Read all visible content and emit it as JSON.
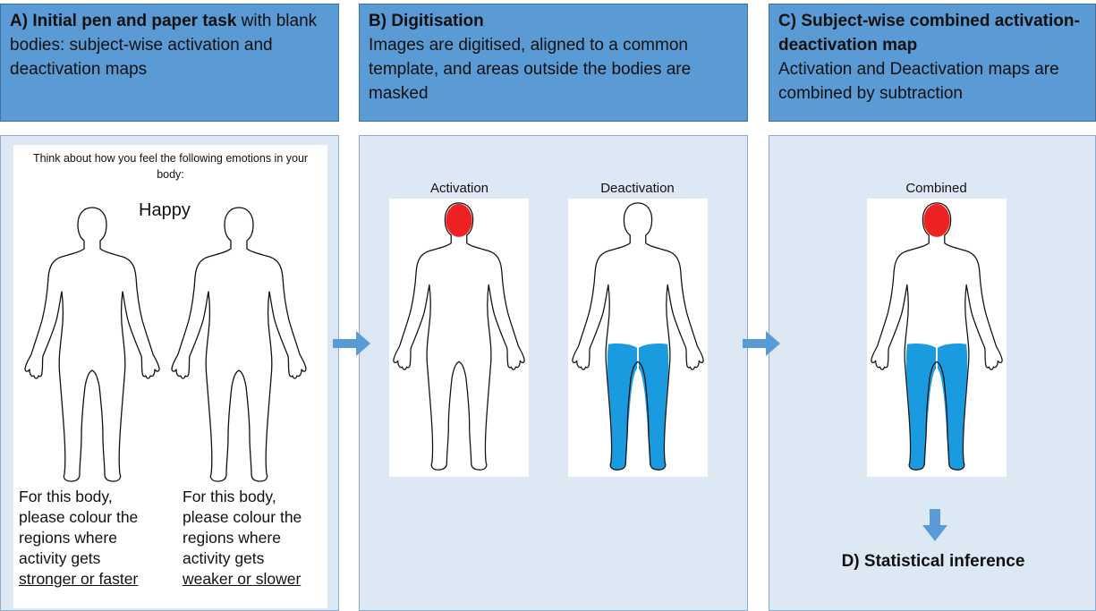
{
  "header_a": {
    "title_bold": "A) Initial pen and paper task",
    "title_rest": " with blank bodies: subject-wise activation and deactivation maps"
  },
  "header_b": {
    "title_bold": "B) Digitisation",
    "body": "Images are digitised, aligned to a common template, and areas outside the bodies are masked"
  },
  "header_c": {
    "title_bold": "C) Subject-wise combined activation-deactivation map",
    "body": "Activation and Deactivation maps are combined by subtraction"
  },
  "task_sheet": {
    "prompt": "Think about how you feel the following emotions in your body:",
    "emotion": "Happy",
    "left_instruction_lines": [
      "For this body,",
      "please colour the",
      "regions where",
      "activity gets"
    ],
    "left_underlined": "stronger or faster",
    "right_instruction_lines": [
      "For this body,",
      "please colour the",
      "regions where",
      "activity gets"
    ],
    "right_underlined": "weaker or slower"
  },
  "digitised": {
    "activation_label": "Activation",
    "deactivation_label": "Deactivation"
  },
  "combined": {
    "label": "Combined",
    "inference": "D) Statistical inference"
  },
  "colors": {
    "header_fill": "#5b9bd5",
    "panel_fill": "#dde8f5",
    "activation": "#ee2222",
    "deactivation": "#1a9be0",
    "arrow": "#5b9bd5"
  }
}
